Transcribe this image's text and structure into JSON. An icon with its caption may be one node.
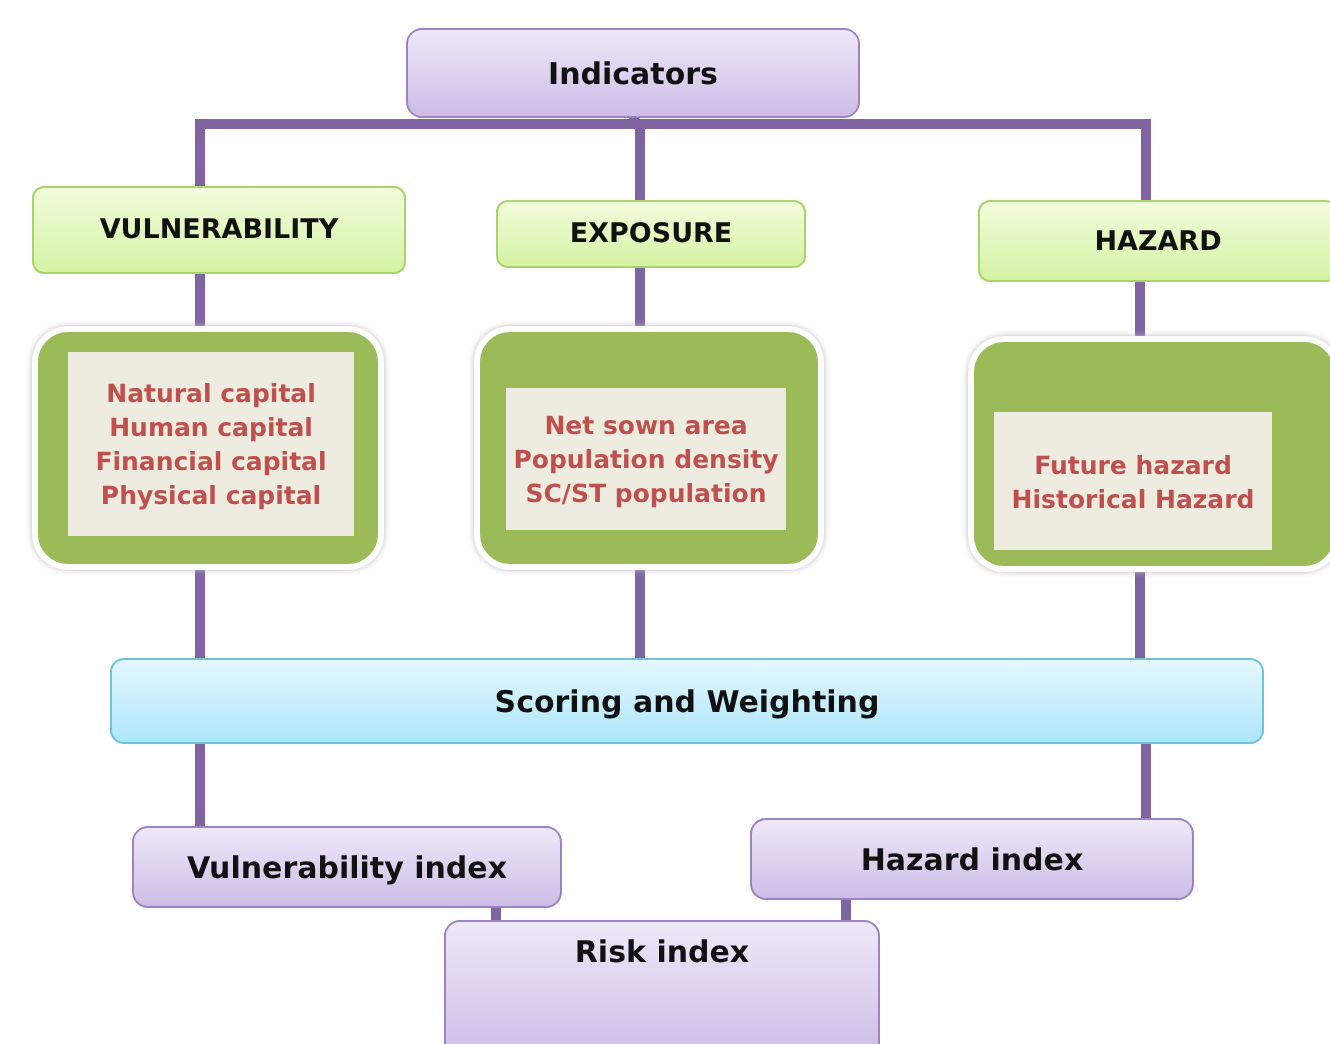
{
  "diagram": {
    "nodes": [
      {
        "text": [
          "Indicators"
        ]
      },
      {
        "text": [
          "VULNERABILITY"
        ]
      },
      {
        "text": [
          "EXPOSURE"
        ]
      },
      {
        "text": [
          "HAZARD"
        ]
      },
      {
        "text": [
          "Natural capital",
          "Human capital",
          "Financial capital",
          "Physical capital"
        ]
      },
      {
        "text": [
          "Net sown area",
          "Population density",
          "SC/ST population"
        ]
      },
      {
        "text": [
          "Future hazard",
          "Historical Hazard"
        ]
      },
      {
        "text": [
          "Scoring and Weighting"
        ]
      },
      {
        "text": [
          "Vulnerability index"
        ]
      },
      {
        "text": [
          "Hazard index"
        ]
      },
      {
        "text": [
          "Risk index"
        ]
      }
    ],
    "edges": [
      {
        "from": 0,
        "to": 1,
        "arrow": "none"
      },
      {
        "from": 0,
        "to": 2,
        "arrow": "none"
      },
      {
        "from": 0,
        "to": 3,
        "arrow": "none"
      },
      {
        "from": 1,
        "to": 4,
        "arrow": "none"
      },
      {
        "from": 2,
        "to": 5,
        "arrow": "none"
      },
      {
        "from": 3,
        "to": 6,
        "arrow": "none"
      },
      {
        "from": 4,
        "to": 7,
        "arrow": "none"
      },
      {
        "from": 5,
        "to": 7,
        "arrow": "none"
      },
      {
        "from": 6,
        "to": 7,
        "arrow": "none"
      },
      {
        "from": 7,
        "to": 8,
        "arrow": "none"
      },
      {
        "from": 7,
        "to": 9,
        "arrow": "none"
      },
      {
        "from": 8,
        "to": 10,
        "arrow": "none"
      },
      {
        "from": 9,
        "to": 10,
        "arrow": "none"
      }
    ]
  }
}
